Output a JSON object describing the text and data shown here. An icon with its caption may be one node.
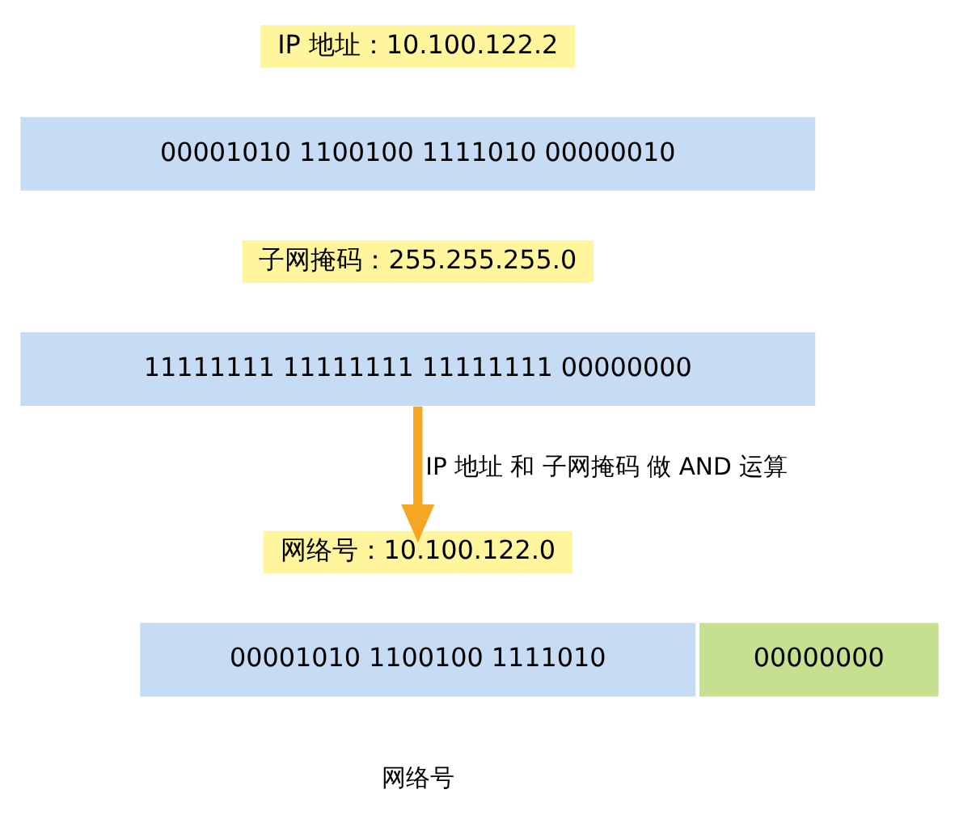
{
  "diagram": {
    "nodes": [
      {
        "text": [
          "IP 地址：10.100.122.2"
        ]
      },
      {
        "text": [
          "00001010 1100100 1111010 00000010"
        ]
      },
      {
        "text": [
          "子网掩码：255.255.255.0"
        ]
      },
      {
        "text": [
          "11111111 11111111 11111111 00000000"
        ]
      },
      {
        "text": [
          "网络号：10.100.122.0"
        ]
      },
      {
        "text": [
          "00001010 1100100 1111010"
        ],
        "beside": [
          "网络号"
        ]
      },
      {
        "text": [
          "00000000"
        ]
      }
    ],
    "edges": [
      {
        "from": 3,
        "to": 4,
        "arrow": "to",
        "label": "IP 地址 和 子网掩码 做 AND 运算"
      }
    ]
  }
}
